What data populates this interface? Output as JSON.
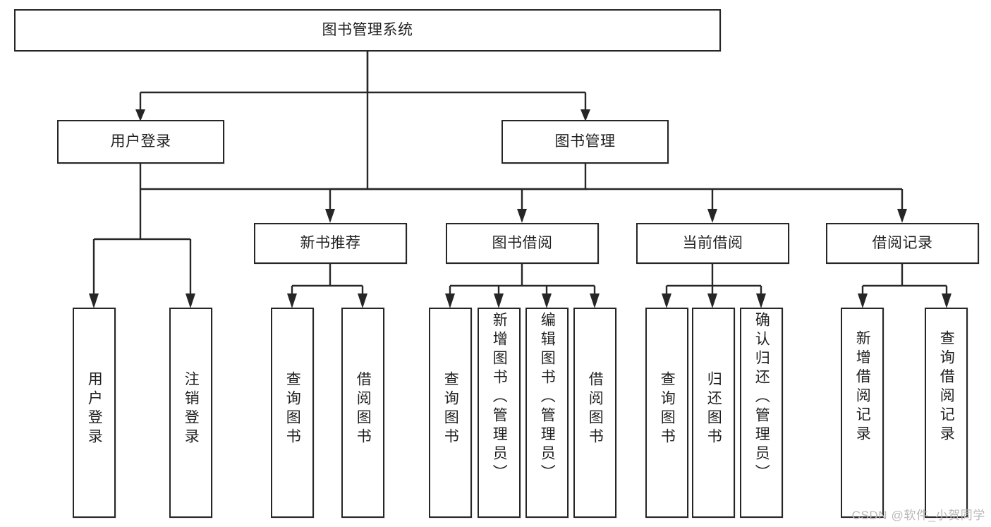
{
  "diagram": {
    "type": "tree-flowchart",
    "title_node": {
      "id": "root",
      "label": "图书管理系统"
    },
    "level1": [
      {
        "id": "user-login",
        "label": "用户登录"
      },
      {
        "id": "book-manage",
        "label": "图书管理"
      }
    ],
    "level2": [
      {
        "id": "new-book-rec",
        "label": "新书推荐",
        "parent": "book-manage"
      },
      {
        "id": "book-borrow",
        "label": "图书借阅",
        "parent": "book-manage"
      },
      {
        "id": "current-borrow",
        "label": "当前借阅",
        "parent": "book-manage"
      },
      {
        "id": "borrow-record",
        "label": "借阅记录",
        "parent": "book-manage"
      }
    ],
    "leaves": [
      {
        "id": "leaf-user-login",
        "label": "用户登录",
        "parent": "user-login"
      },
      {
        "id": "leaf-logout",
        "label": "注销登录",
        "parent": "user-login"
      },
      {
        "id": "leaf-query-book-1",
        "label": "查询图书",
        "parent": "new-book-rec"
      },
      {
        "id": "leaf-borrow-book-1",
        "label": "借阅图书",
        "parent": "new-book-rec"
      },
      {
        "id": "leaf-query-book-2",
        "label": "查询图书",
        "parent": "book-borrow"
      },
      {
        "id": "leaf-add-book",
        "label": "新增图书（管理员）",
        "parent": "book-borrow"
      },
      {
        "id": "leaf-edit-book",
        "label": "编辑图书（管理员）",
        "parent": "book-borrow"
      },
      {
        "id": "leaf-borrow-book-2",
        "label": "借阅图书",
        "parent": "book-borrow"
      },
      {
        "id": "leaf-query-book-3",
        "label": "查询图书",
        "parent": "current-borrow"
      },
      {
        "id": "leaf-return-book",
        "label": "归还图书",
        "parent": "current-borrow"
      },
      {
        "id": "leaf-confirm-return",
        "label": "确认归还（管理员）",
        "parent": "current-borrow"
      },
      {
        "id": "leaf-add-record",
        "label": "新增借阅记录",
        "parent": "borrow-record"
      },
      {
        "id": "leaf-query-record",
        "label": "查询借阅记录",
        "parent": "borrow-record"
      }
    ]
  },
  "watermark": {
    "text": "CSDN @软件_小贺同学"
  },
  "colors": {
    "stroke": "#262626",
    "text": "#1f1f1f",
    "background": "#ffffff",
    "watermark": "#b8b8b8"
  }
}
